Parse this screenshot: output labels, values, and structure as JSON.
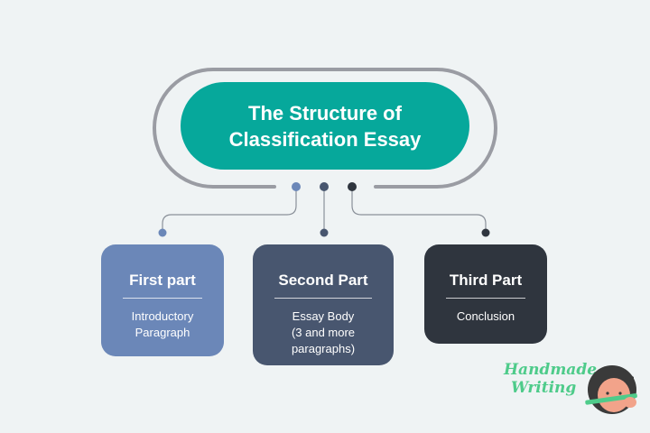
{
  "title": {
    "line1": "The Structure of",
    "line2": "Classification Essay"
  },
  "parts": [
    {
      "title": "First part",
      "lines": [
        "Introductory",
        "Paragraph"
      ]
    },
    {
      "title": "Second Part",
      "lines": [
        "Essay Body",
        "(3 and more",
        "paragraphs)"
      ]
    },
    {
      "title": "Third Part",
      "lines": [
        "Conclusion"
      ]
    }
  ],
  "logo": {
    "line1": "Handmade",
    "line2": "Writing"
  },
  "colors": {
    "background": "#eff3f4",
    "title_pill": "#06a89b",
    "outline": "#9a9ca3",
    "first_part": "#6b87b8",
    "second_part": "#48566f",
    "third_part": "#2f353e",
    "logo_text": "#4ecb8a"
  }
}
